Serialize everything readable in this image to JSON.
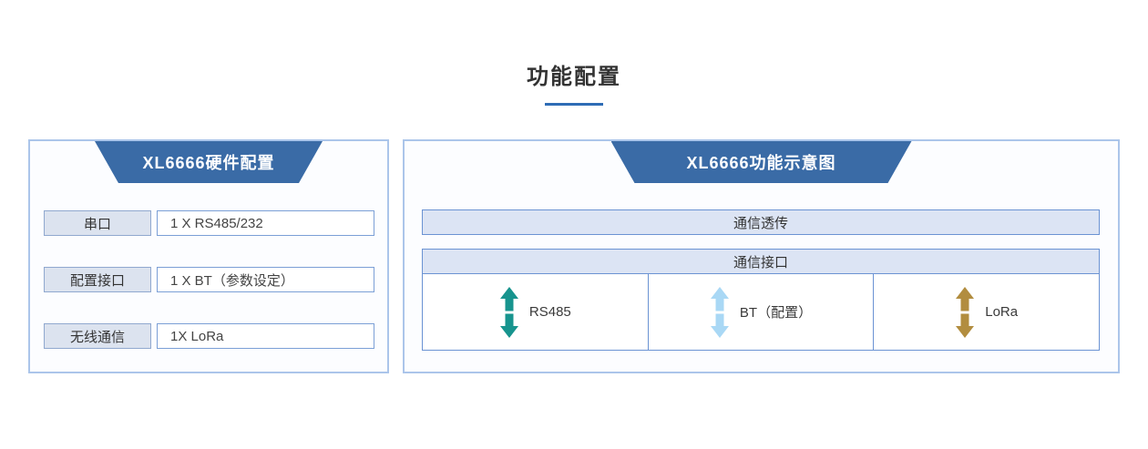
{
  "page": {
    "title": "功能配置",
    "accent_color": "#2e6cb5",
    "header_blue": "#3a6ba6",
    "panel_border_color": "#abc5ea",
    "bar_fill_color": "#dce4f4"
  },
  "hardware_panel": {
    "title": "XL6666硬件配置",
    "rows": [
      {
        "label": "串口",
        "value": "1 X RS485/232"
      },
      {
        "label": "配置接口",
        "value": "1 X BT（参数设定）"
      },
      {
        "label": "无线通信",
        "value": "1X LoRa"
      }
    ]
  },
  "diagram_panel": {
    "title": "XL6666功能示意图",
    "top_bar_label": "通信透传",
    "table_header_label": "通信接口",
    "interfaces": [
      {
        "label": "RS485",
        "icon": "double-vertical-arrow-icon",
        "arrow_color": "#17948e"
      },
      {
        "label": "BT（配置）",
        "icon": "double-vertical-arrow-icon",
        "arrow_color": "#a9d8f5"
      },
      {
        "label": "LoRa",
        "icon": "double-vertical-arrow-icon",
        "arrow_color": "#b28d3f"
      }
    ]
  }
}
